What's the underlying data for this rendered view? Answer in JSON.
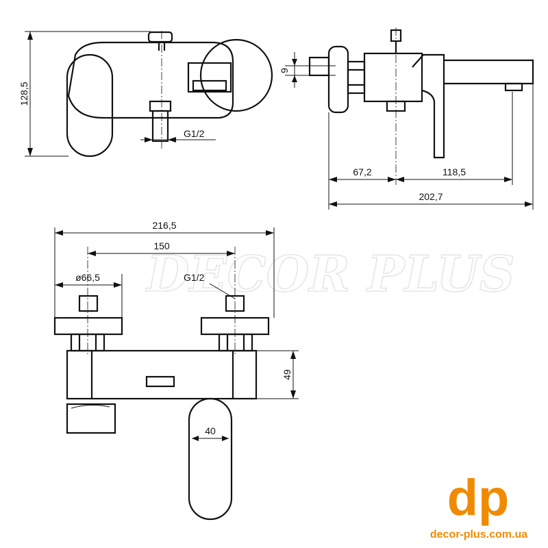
{
  "watermark": "DECOR PLUS",
  "dimensions": {
    "height_total": "128,5",
    "thread_front": "G1/2",
    "thread_bottom": "G1/2",
    "inlet_dia": "9",
    "left_depth": "67,2",
    "spout_reach": "118,5",
    "total_depth": "202,7",
    "total_width": "216,5",
    "centers": "150",
    "flange_dia": "ø66,5",
    "body_height": "49",
    "handle_width": "40"
  },
  "brand": {
    "logo_text": "dp",
    "website": "decor-plus.com.ua",
    "accent_color": "#f08a00"
  }
}
